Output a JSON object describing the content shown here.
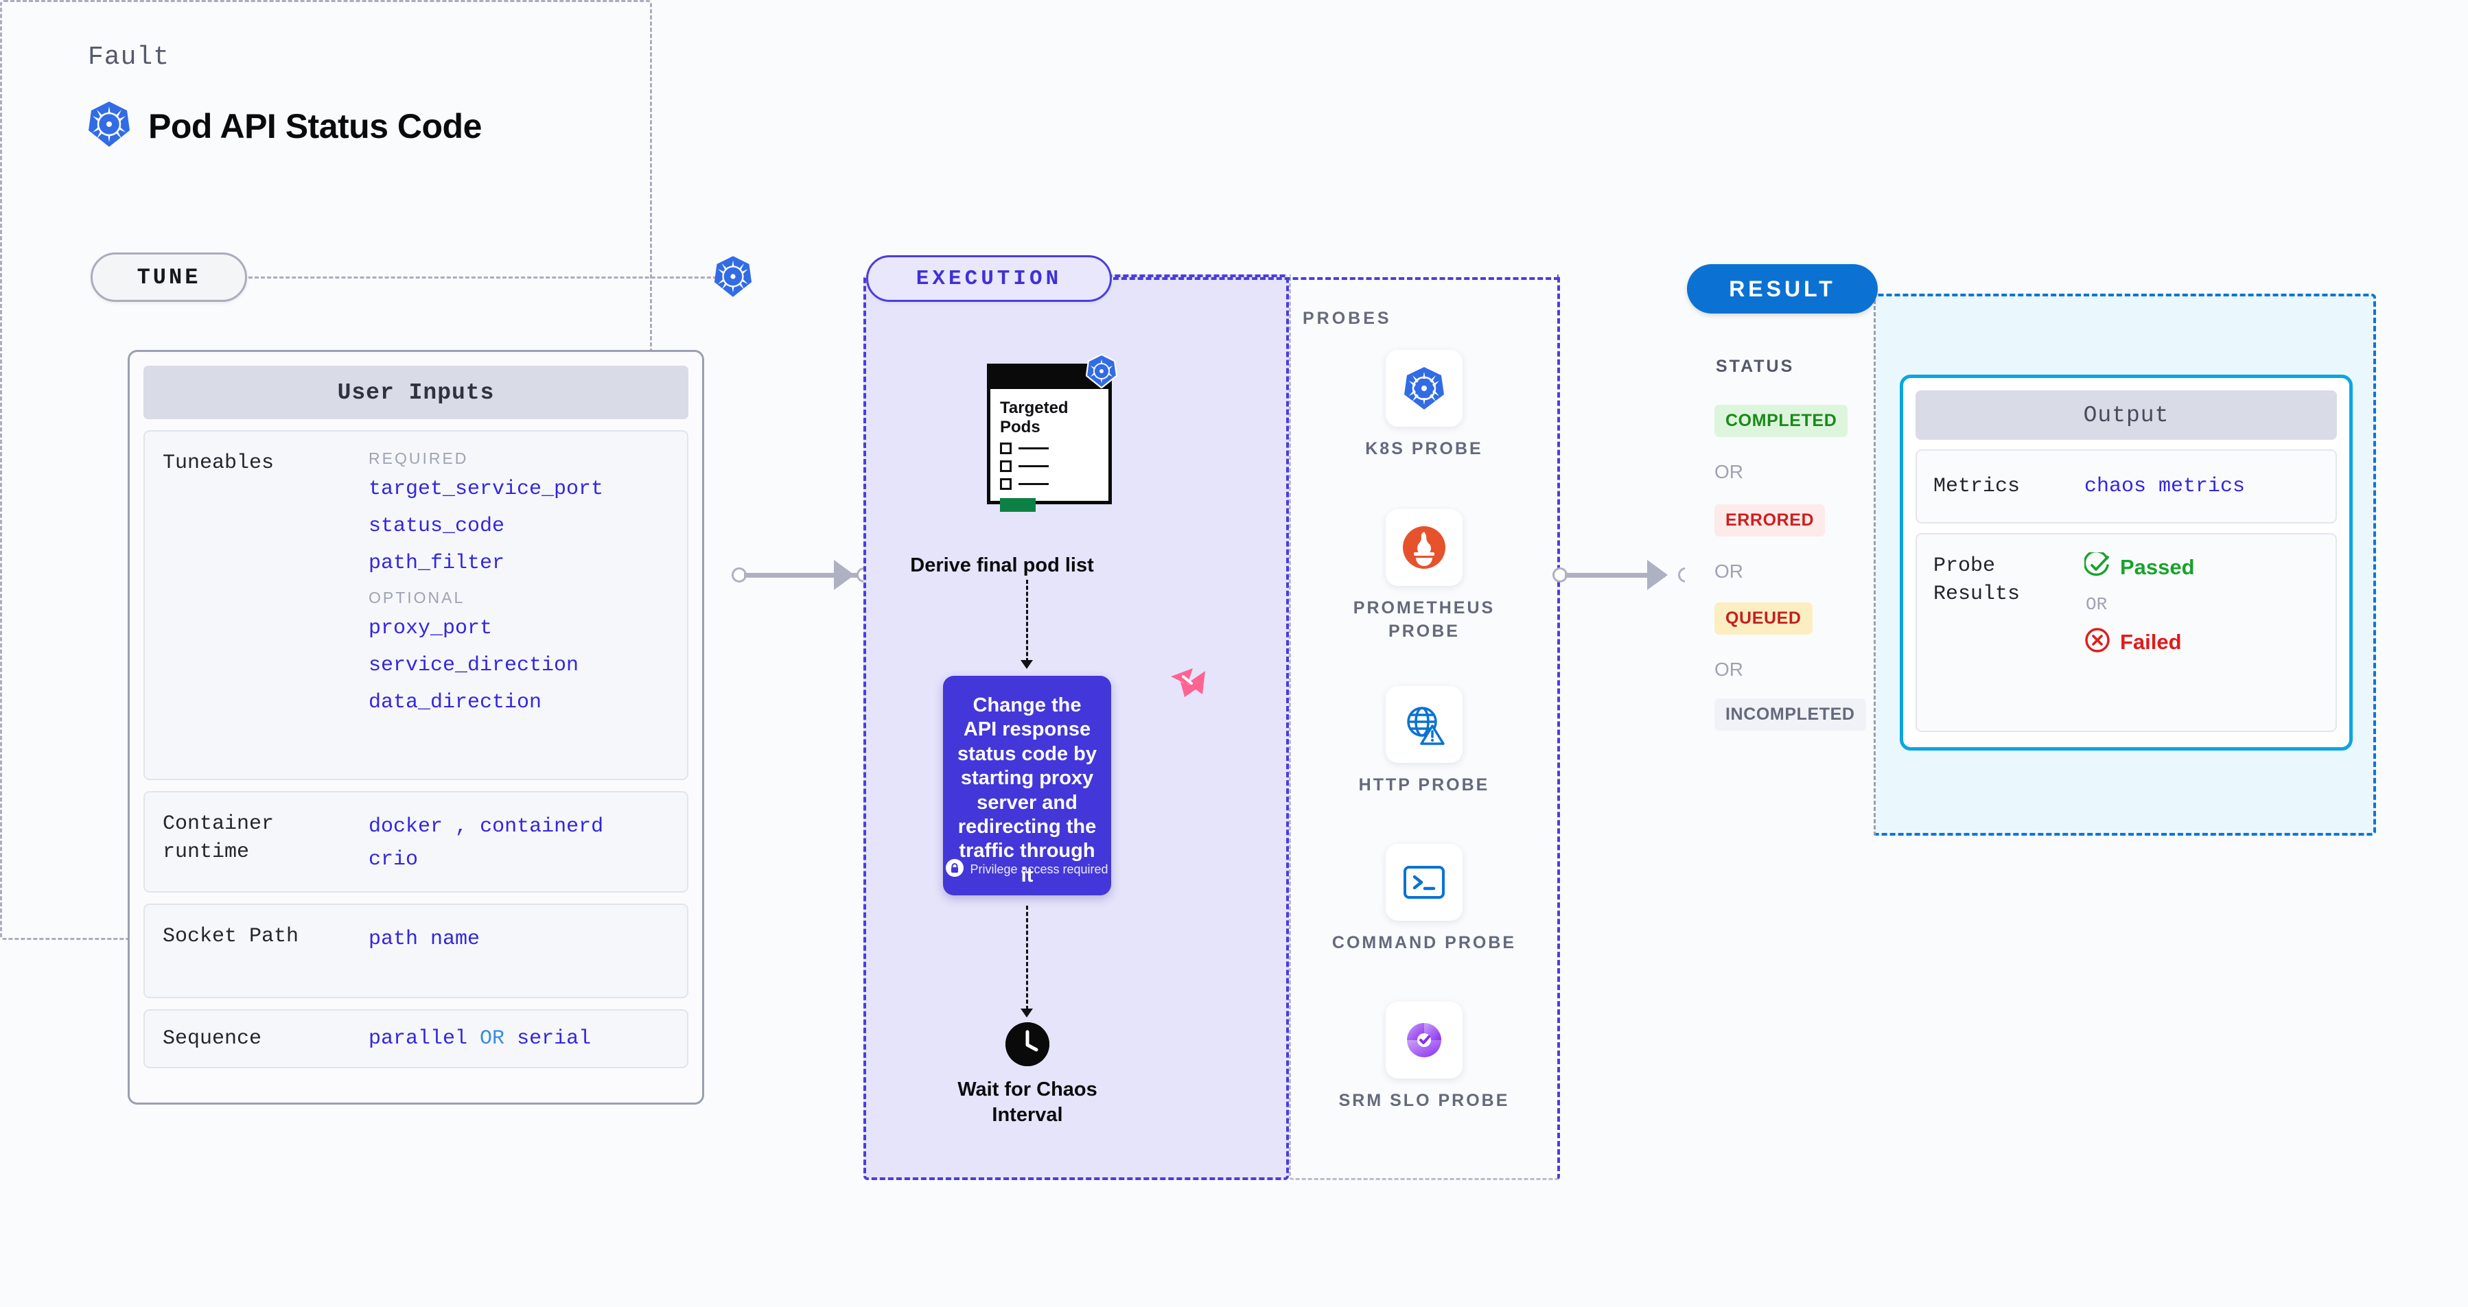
{
  "header": {
    "eyebrow": "Fault",
    "title": "Pod API Status Code",
    "icon": "kubernetes-icon"
  },
  "stages": {
    "tune": {
      "badge": "TUNE"
    },
    "execution": {
      "badge": "EXECUTION"
    },
    "result": {
      "badge": "RESULT"
    }
  },
  "user_inputs": {
    "title": "User Inputs",
    "rows": [
      {
        "label": "Tuneables",
        "groups": [
          {
            "name": "REQUIRED",
            "items": [
              "target_service_port",
              "status_code",
              "path_filter"
            ]
          },
          {
            "name": "OPTIONAL",
            "items": [
              "proxy_port",
              "service_direction",
              "data_direction"
            ]
          }
        ]
      },
      {
        "label": "Container runtime",
        "values": [
          "docker",
          ",",
          "containerd",
          "crio"
        ]
      },
      {
        "label": "Socket Path",
        "values": [
          "path name"
        ]
      },
      {
        "label": "Sequence",
        "values": [
          "parallel",
          "OR",
          "serial"
        ]
      }
    ]
  },
  "execution": {
    "pods_card": {
      "title": "Targeted Pods",
      "icon": "kubernetes-icon"
    },
    "derive_label": "Derive final pod list",
    "action": {
      "text": "Change the API response status code by starting proxy server and redirecting the traffic through it",
      "privilege_note": "Privilege access required",
      "privilege_icon": "lock-icon",
      "ribbon_icon": "harness-ribbon-icon",
      "color": "#4337d9"
    },
    "wait": {
      "label": "Wait for Chaos Interval",
      "icon": "clock-icon"
    }
  },
  "probes": {
    "title": "PROBES",
    "items": [
      {
        "name": "K8S PROBE",
        "icon": "kubernetes-icon"
      },
      {
        "name": "PROMETHEUS PROBE",
        "icon": "prometheus-icon"
      },
      {
        "name": "HTTP PROBE",
        "icon": "globe-warning-icon"
      },
      {
        "name": "COMMAND PROBE",
        "icon": "terminal-icon"
      },
      {
        "name": "SRM SLO PROBE",
        "icon": "srm-slo-icon"
      }
    ]
  },
  "result": {
    "status_title": "STATUS",
    "or_text": "OR",
    "statuses": [
      {
        "label": "COMPLETED",
        "bg": "#ddf5dd",
        "fg": "#1a8a1a"
      },
      {
        "label": "ERRORED",
        "bg": "#fdeaea",
        "fg": "#cc1f1f"
      },
      {
        "label": "QUEUED",
        "bg": "#fdeec2",
        "fg": "#c51f1f"
      },
      {
        "label": "INCOMPLETED",
        "bg": "#f1f2f7",
        "fg": "#646a7b"
      }
    ],
    "output": {
      "title": "Output",
      "metrics_label": "Metrics",
      "metrics_value": "chaos metrics",
      "probe_results_label": "Probe Results",
      "passed_label": "Passed",
      "passed_icon": "check-circle-icon",
      "passed_color": "#19a22d",
      "or_text": "OR",
      "failed_label": "Failed",
      "failed_icon": "x-circle-icon",
      "failed_color": "#e01b1b"
    }
  },
  "colors": {
    "tune_border": "#a9adbd",
    "execution_border": "#4c3ddb",
    "result_border": "#0f75d4",
    "output_border": "#0ba6e0",
    "mono_value": "#3326e0"
  }
}
